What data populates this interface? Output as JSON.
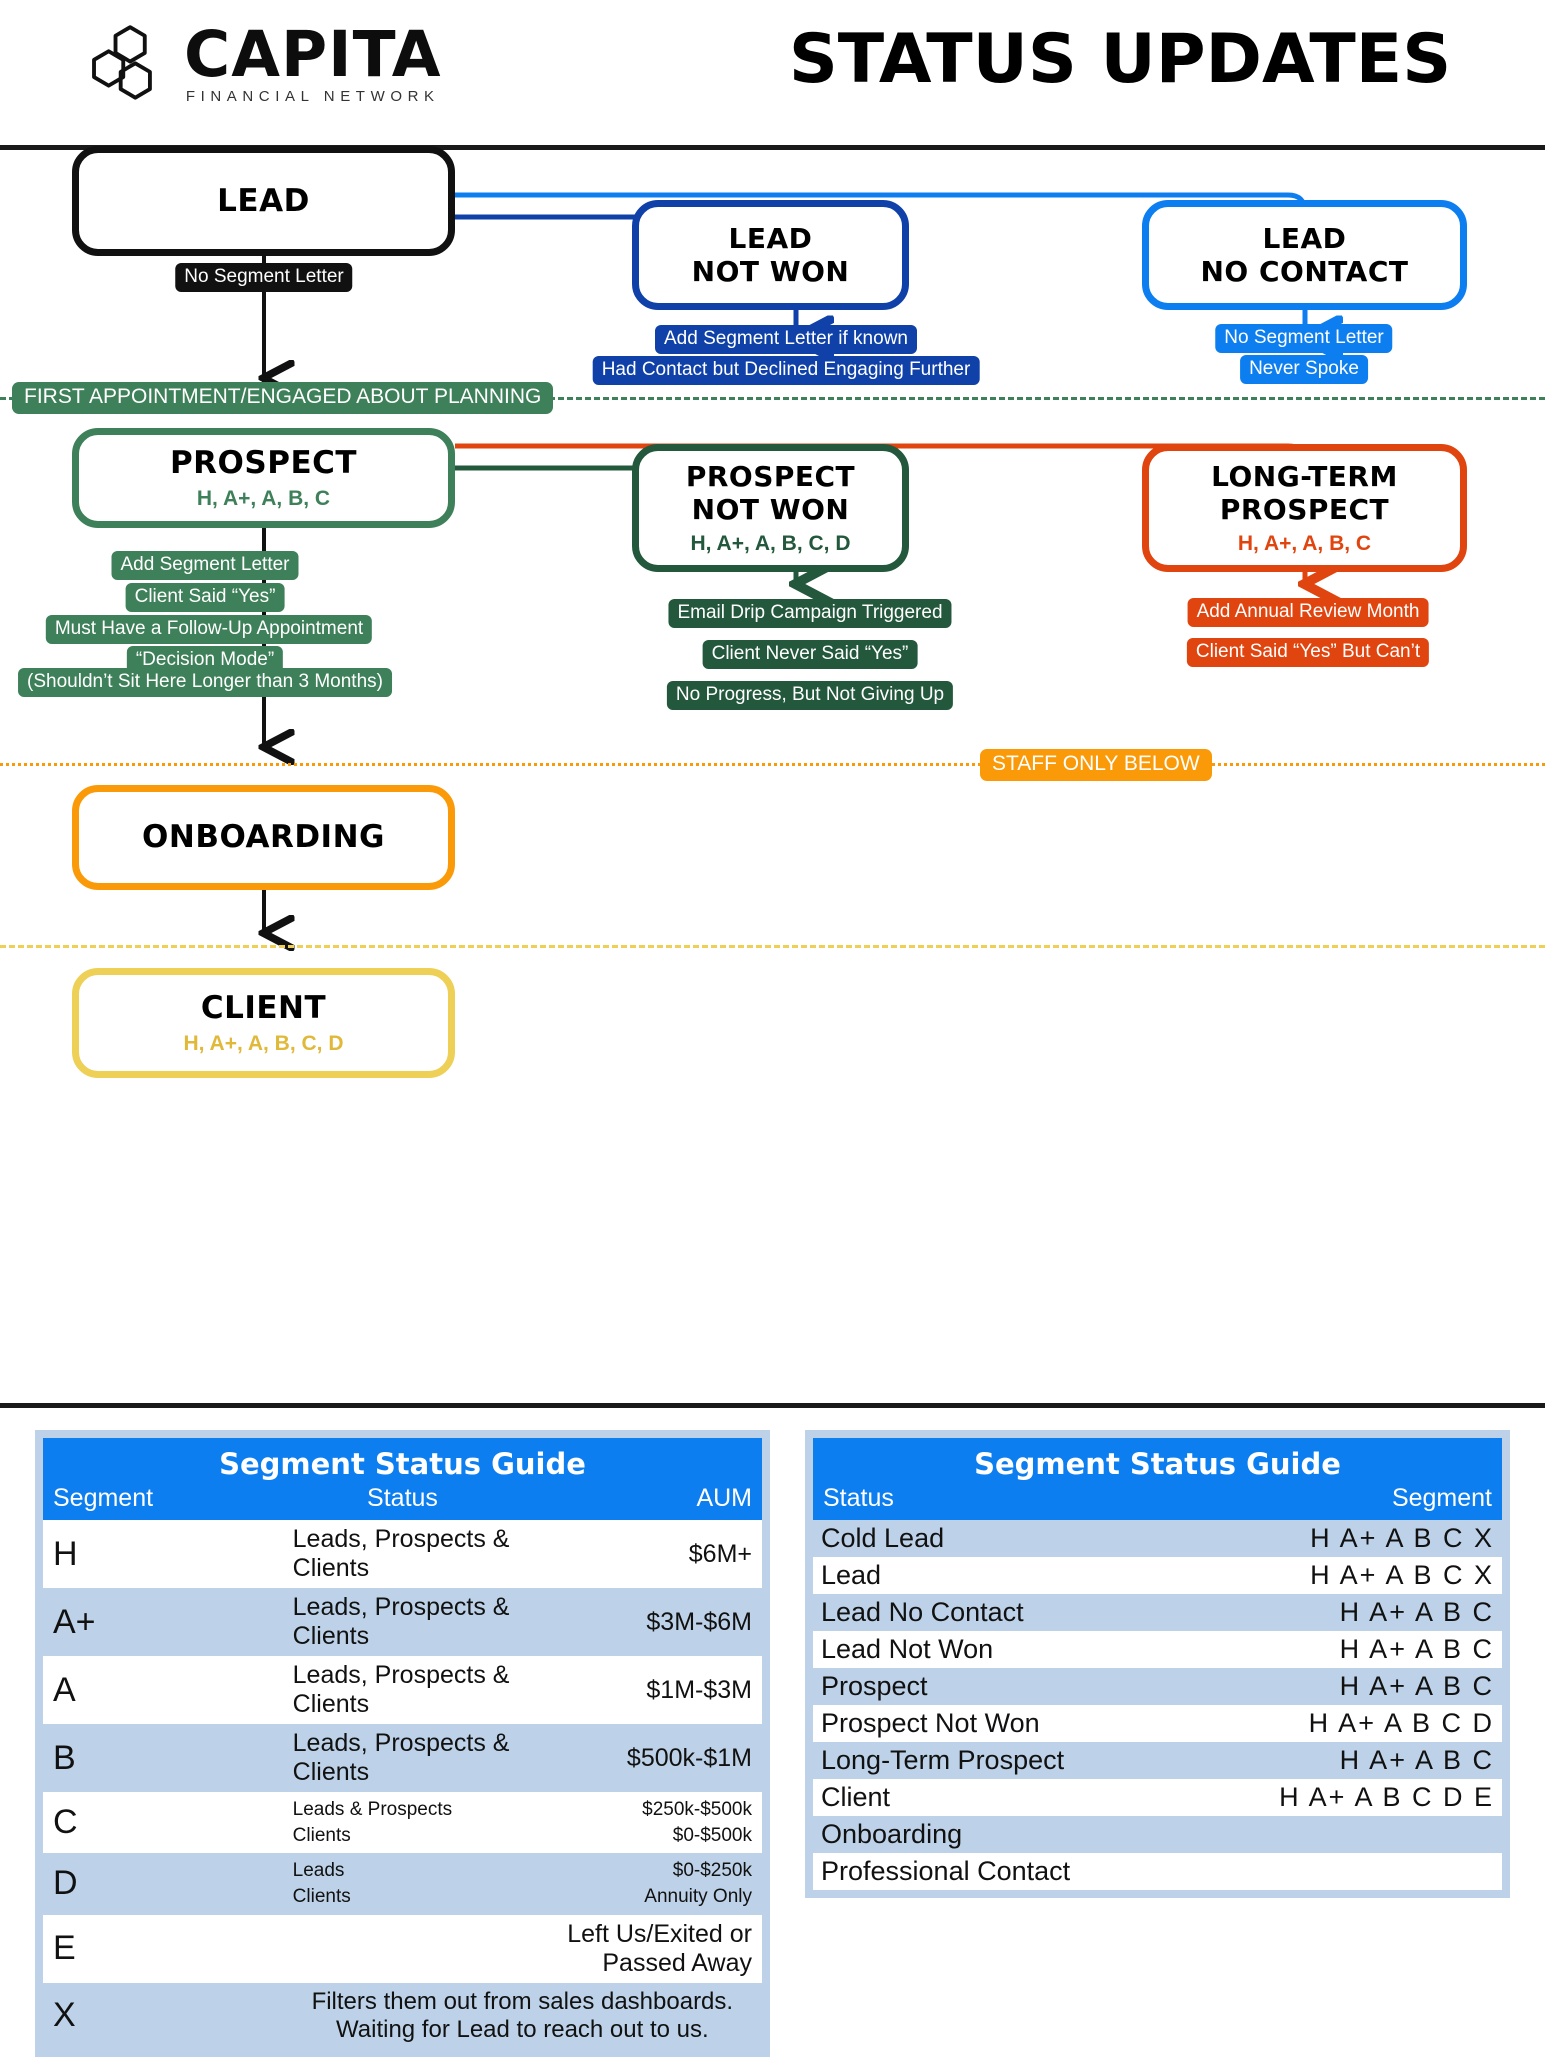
{
  "header": {
    "logo_name": "CAPITA",
    "logo_tagline": "FINANCIAL NETWORK",
    "title": "STATUS UPDATES"
  },
  "colors": {
    "black": "#111111",
    "blue_dark": "#0F41A8",
    "blue_light": "#0D7EF0",
    "green": "#3E8059",
    "green_dark": "#23583C",
    "orange_red": "#E0450F",
    "orange": "#FB9A09",
    "yellow": "#EDD055",
    "table_header": "#0D7EF0",
    "table_alt_row": "#BDD2E8"
  },
  "flow": {
    "nodes": [
      {
        "id": "lead",
        "title": "LEAD",
        "sub": "",
        "color": "#111111"
      },
      {
        "id": "lead-not-won",
        "title": "LEAD\nNOT WON",
        "line1": "LEAD",
        "line2": "NOT WON",
        "sub": "",
        "color": "#0F41A8"
      },
      {
        "id": "lead-no-contact",
        "title": "LEAD\nNO CONTACT",
        "line1": "LEAD",
        "line2": "NO CONTACT",
        "sub": "",
        "color": "#0D7EF0"
      },
      {
        "id": "prospect",
        "title": "PROSPECT",
        "line1": "PROSPECT",
        "line2": "",
        "sub": "H, A+, A, B, C",
        "color": "#3E8059"
      },
      {
        "id": "prospect-not-won",
        "title": "PROSPECT\nNOT WON",
        "line1": "PROSPECT",
        "line2": "NOT WON",
        "sub": "H, A+, A, B, C, D",
        "color": "#23583C"
      },
      {
        "id": "long-term-prospect",
        "title": "LONG-TERM\nPROSPECT",
        "line1": "LONG-TERM",
        "line2": "PROSPECT",
        "sub": "H, A+, A, B, C",
        "color": "#E0450F"
      },
      {
        "id": "onboarding",
        "title": "ONBOARDING",
        "line1": "ONBOARDING",
        "line2": "",
        "sub": "",
        "color": "#FB9A09"
      },
      {
        "id": "client",
        "title": "CLIENT",
        "line1": "CLIENT",
        "line2": "",
        "sub": "H, A+, A, B, C, D",
        "color": "#EDD055"
      }
    ],
    "chips": {
      "lead_down": "No Segment Letter",
      "lead_not_won": [
        "Add Segment Letter if known",
        "Had Contact but Declined Engaging Further"
      ],
      "lead_no_contact": [
        "No Segment Letter",
        "Never Spoke"
      ],
      "prospect_down": [
        "Add Segment Letter",
        "Client Said “Yes”",
        "Must Have a Follow-Up Appointment",
        "“Decision Mode”",
        "(Shouldn’t Sit Here Longer than 3 Months)"
      ],
      "prospect_not_won": [
        "Email Drip Campaign Triggered",
        "Client Never Said “Yes”",
        "No Progress, But Not Giving Up"
      ],
      "long_term_prospect": [
        "Add Annual Review Month",
        "Client Said “Yes” But Can’t"
      ]
    },
    "dividers": [
      {
        "id": "first-appointment",
        "label": "FIRST APPOINTMENT/ENGAGED ABOUT PLANNING",
        "color": "#3E8059"
      },
      {
        "id": "staff-only",
        "label": "STAFF ONLY BELOW",
        "color": "#FB9A09"
      },
      {
        "id": "client-divider",
        "label": "",
        "color": "#EDD055"
      }
    ]
  },
  "left_table": {
    "title": "Segment Status Guide",
    "headers": [
      "Segment",
      "Status",
      "AUM"
    ],
    "rows": [
      {
        "segment": "H",
        "status": "Leads, Prospects & Clients",
        "aum": "$6M+"
      },
      {
        "segment": "A+",
        "status": "Leads, Prospects & Clients",
        "aum": "$3M-$6M"
      },
      {
        "segment": "A",
        "status": "Leads, Prospects & Clients",
        "aum": "$1M-$3M"
      },
      {
        "segment": "B",
        "status": "Leads, Prospects & Clients",
        "aum": "$500k-$1M"
      },
      {
        "segment": "C",
        "status_lines": [
          "Leads & Prospects",
          "Clients"
        ],
        "aum_lines": [
          "$250k-$500k",
          "$0-$500k"
        ]
      },
      {
        "segment": "D",
        "status_lines": [
          "Leads",
          "Clients"
        ],
        "aum_lines": [
          "$0-$250k",
          "Annuity Only"
        ]
      },
      {
        "segment": "E",
        "status": "",
        "aum": "Left Us/Exited or Passed Away"
      },
      {
        "segment": "X",
        "span": "Filters them out from sales dashboards. Waiting for Lead to reach out to us."
      }
    ]
  },
  "right_table": {
    "title": "Segment Status Guide",
    "headers": [
      "Status",
      "Segment"
    ],
    "rows": [
      {
        "status": "Cold Lead",
        "segments": "H  A+  A  B  C  X"
      },
      {
        "status": "Lead",
        "segments": "H  A+  A  B  C  X"
      },
      {
        "status": "Lead No Contact",
        "segments": "H  A+  A  B  C"
      },
      {
        "status": "Lead Not Won",
        "segments": "H  A+  A  B  C"
      },
      {
        "status": "Prospect",
        "segments": "H  A+  A  B  C"
      },
      {
        "status": "Prospect Not Won",
        "segments": "H  A+  A  B  C  D"
      },
      {
        "status": "Long-Term Prospect",
        "segments": "H  A+  A  B  C"
      },
      {
        "status": "Client",
        "segments": "H  A+  A  B  C  D  E"
      },
      {
        "status": "Onboarding",
        "segments": ""
      },
      {
        "status": "Professional Contact",
        "segments": ""
      }
    ]
  }
}
